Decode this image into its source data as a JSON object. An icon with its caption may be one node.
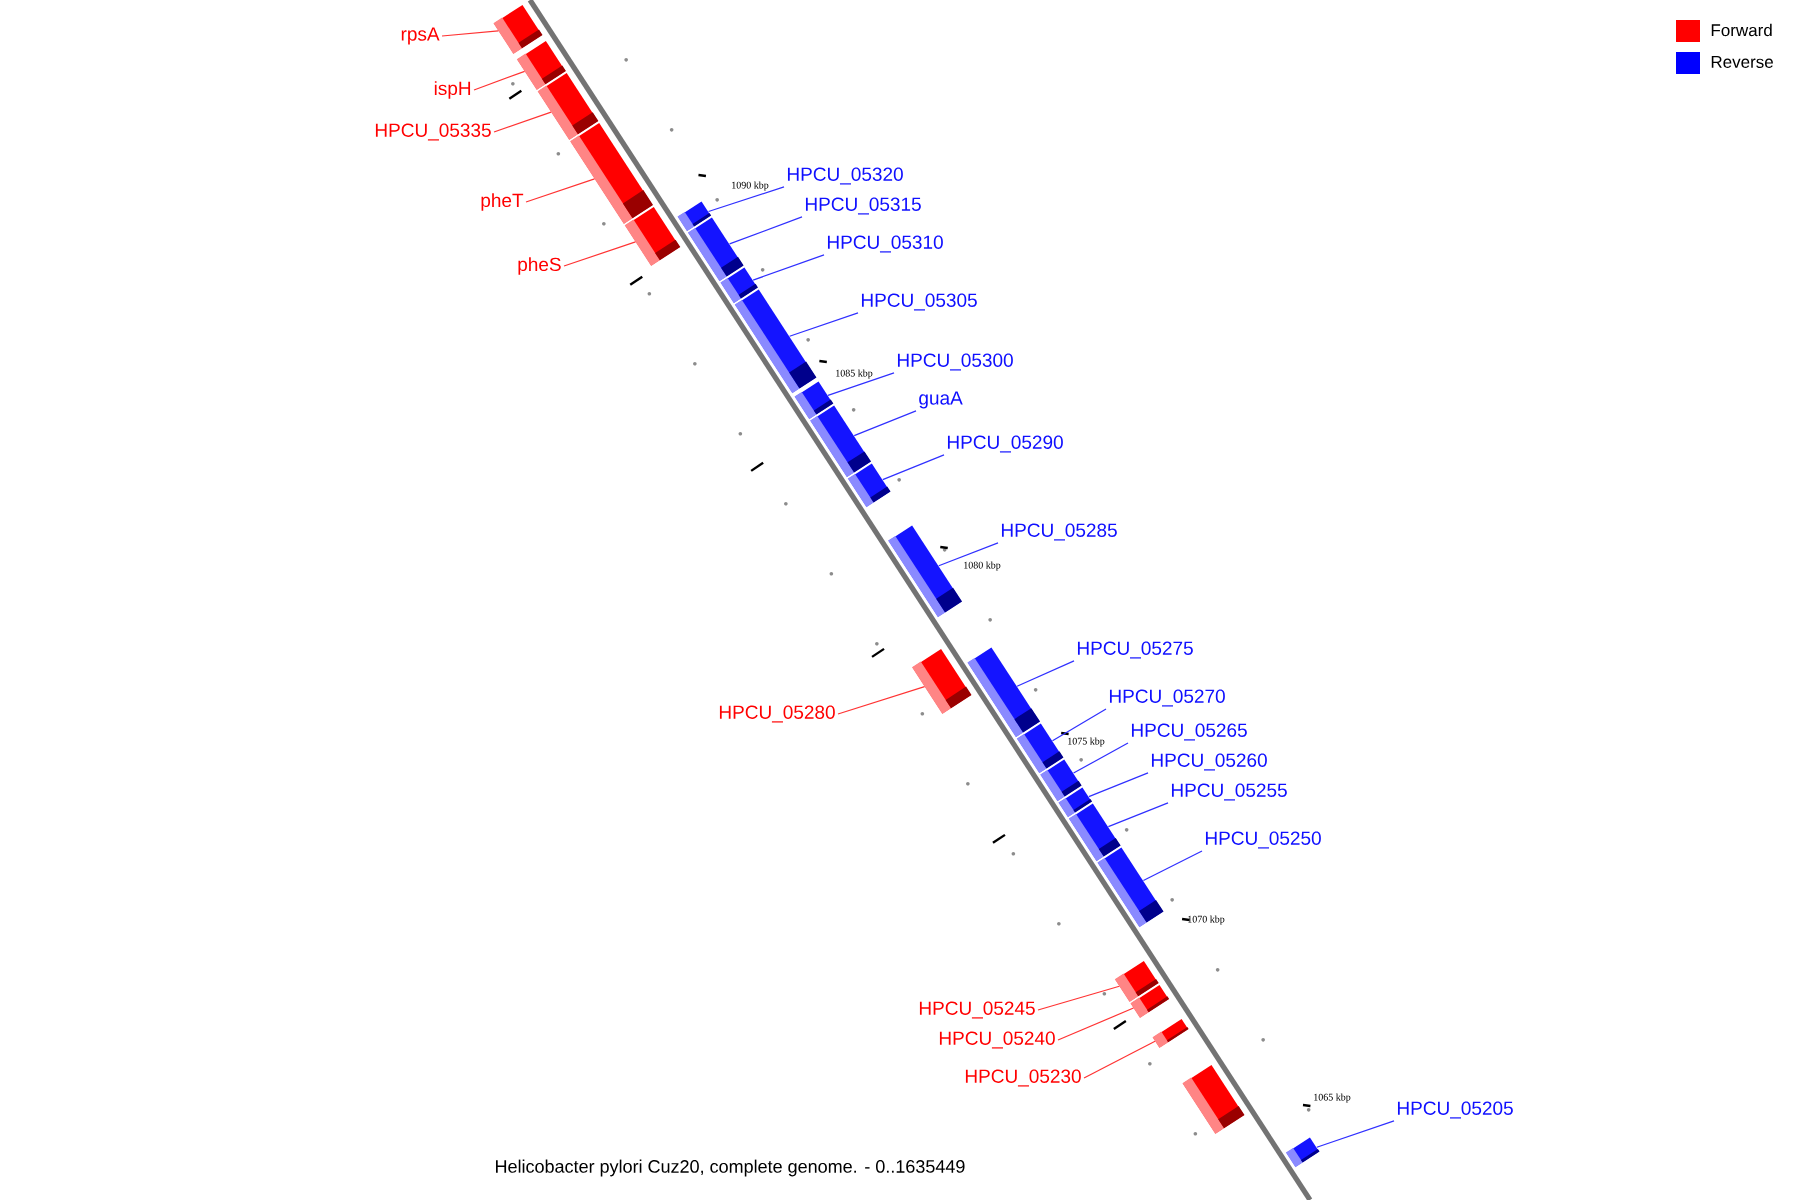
{
  "diagram": {
    "caption": "Helicobacter pylori Cuz20, complete genome. - 0..1635449",
    "nodes": [
      {
        "text": [
          "rpsA"
        ]
      },
      {
        "text": [
          "ispH"
        ]
      },
      {
        "text": [
          "HPCU_05335"
        ]
      },
      {
        "text": [
          "HPCU_05320"
        ]
      },
      {
        "text": [
          "pheT"
        ]
      },
      {
        "text": [
          "HPCU_05315"
        ]
      },
      {
        "text": [
          "HPCU_05310"
        ]
      },
      {
        "text": [
          "pheS"
        ]
      },
      {
        "text": [
          "HPCU_05305"
        ]
      },
      {
        "text": [
          "HPCU_05300"
        ]
      },
      {
        "text": [
          "guaA"
        ]
      },
      {
        "text": [
          "HPCU_05290"
        ]
      },
      {
        "text": [
          "HPCU_05285"
        ]
      },
      {
        "text": [
          "HPCU_05275"
        ]
      },
      {
        "text": [
          "HPCU_05270"
        ]
      },
      {
        "text": [
          "HPCU_05280"
        ]
      },
      {
        "text": [
          "HPCU_05265"
        ]
      },
      {
        "text": [
          "HPCU_05260"
        ]
      },
      {
        "text": [
          "HPCU_05255"
        ]
      },
      {
        "text": [
          "HPCU_05250"
        ]
      },
      {
        "text": [
          "HPCU_05245"
        ]
      },
      {
        "text": [
          "HPCU_05240"
        ]
      },
      {
        "text": [
          "HPCU_05230"
        ]
      },
      {
        "text": [
          "HPCU_05205"
        ]
      },
      {
        "text": [],
        "shape": "bar"
      },
      {
        "text": [],
        "shape": "bar"
      },
      {
        "text": [],
        "shape": "bar"
      },
      {
        "text": [],
        "shape": "bar"
      },
      {
        "text": [],
        "shape": "bar"
      },
      {
        "text": [],
        "shape": "bar"
      },
      {
        "text": [],
        "shape": "bar"
      },
      {
        "text": [],
        "shape": "bar"
      },
      {
        "text": [],
        "shape": "bar"
      },
      {
        "text": [],
        "shape": "bar"
      },
      {
        "text": [],
        "shape": "bar"
      },
      {
        "text": [],
        "shape": "bar"
      },
      {
        "text": [],
        "shape": "bar"
      },
      {
        "text": [],
        "shape": "bar"
      },
      {
        "text": [],
        "shape": "bar"
      },
      {
        "text": [],
        "shape": "bar"
      },
      {
        "text": [],
        "shape": "bar"
      },
      {
        "text": [],
        "shape": "bar"
      },
      {
        "text": [],
        "shape": "bar"
      },
      {
        "text": [],
        "shape": "bar"
      },
      {
        "text": [],
        "shape": "bar"
      },
      {
        "text": [],
        "shape": "bar"
      },
      {
        "text": [],
        "shape": "bar"
      },
      {
        "text": [],
        "shape": "bar"
      },
      {
        "text": [],
        "shape": "bar"
      }
    ],
    "edges": [
      {
        "from": 0,
        "to": 24,
        "arrow": "none",
        "color": "#ff3333"
      },
      {
        "from": 1,
        "to": 25,
        "arrow": "none",
        "color": "#ff3333"
      },
      {
        "from": 2,
        "to": 26,
        "arrow": "none",
        "color": "#ff3333"
      },
      {
        "from": 3,
        "to": 29,
        "arrow": "none"
      },
      {
        "from": 4,
        "to": 27,
        "arrow": "none",
        "color": "#ff3333"
      },
      {
        "from": 5,
        "to": 30,
        "arrow": "none"
      },
      {
        "from": 6,
        "to": 31,
        "arrow": "none"
      },
      {
        "from": 7,
        "to": 28,
        "arrow": "none",
        "color": "#ff3333"
      },
      {
        "from": 8,
        "to": 32,
        "arrow": "none"
      },
      {
        "from": 9,
        "to": 33,
        "arrow": "none"
      },
      {
        "from": 10,
        "to": 34,
        "arrow": "none"
      },
      {
        "from": 11,
        "to": 35,
        "arrow": "none"
      },
      {
        "from": 12,
        "to": 36,
        "arrow": "none"
      },
      {
        "from": 13,
        "to": 38,
        "arrow": "none"
      },
      {
        "from": 14,
        "to": 39,
        "arrow": "none"
      },
      {
        "from": 15,
        "to": 37,
        "arrow": "none",
        "color": "#ff3333"
      },
      {
        "from": 16,
        "to": 40,
        "arrow": "none"
      },
      {
        "from": 17,
        "to": 41,
        "arrow": "none"
      },
      {
        "from": 18,
        "to": 42,
        "arrow": "none"
      },
      {
        "from": 19,
        "to": 43,
        "arrow": "none"
      },
      {
        "from": 20,
        "to": 44,
        "arrow": "none",
        "color": "#ff3333"
      },
      {
        "from": 21,
        "to": 45,
        "arrow": "none",
        "color": "#ff3333"
      },
      {
        "from": 22,
        "to": 46,
        "arrow": "none",
        "color": "#ff3333"
      },
      {
        "from": 23,
        "to": 48,
        "arrow": "none"
      }
    ],
    "labels": [
      "1090 kbp",
      "1085 kbp",
      "1080 kbp",
      "1075 kbp",
      "1070 kbp",
      "1065 kbp"
    ],
    "legend": [
      {
        "text": "Forward",
        "color": "#ff0000"
      },
      {
        "text": "Reverse",
        "color": "#0000ff"
      }
    ]
  }
}
